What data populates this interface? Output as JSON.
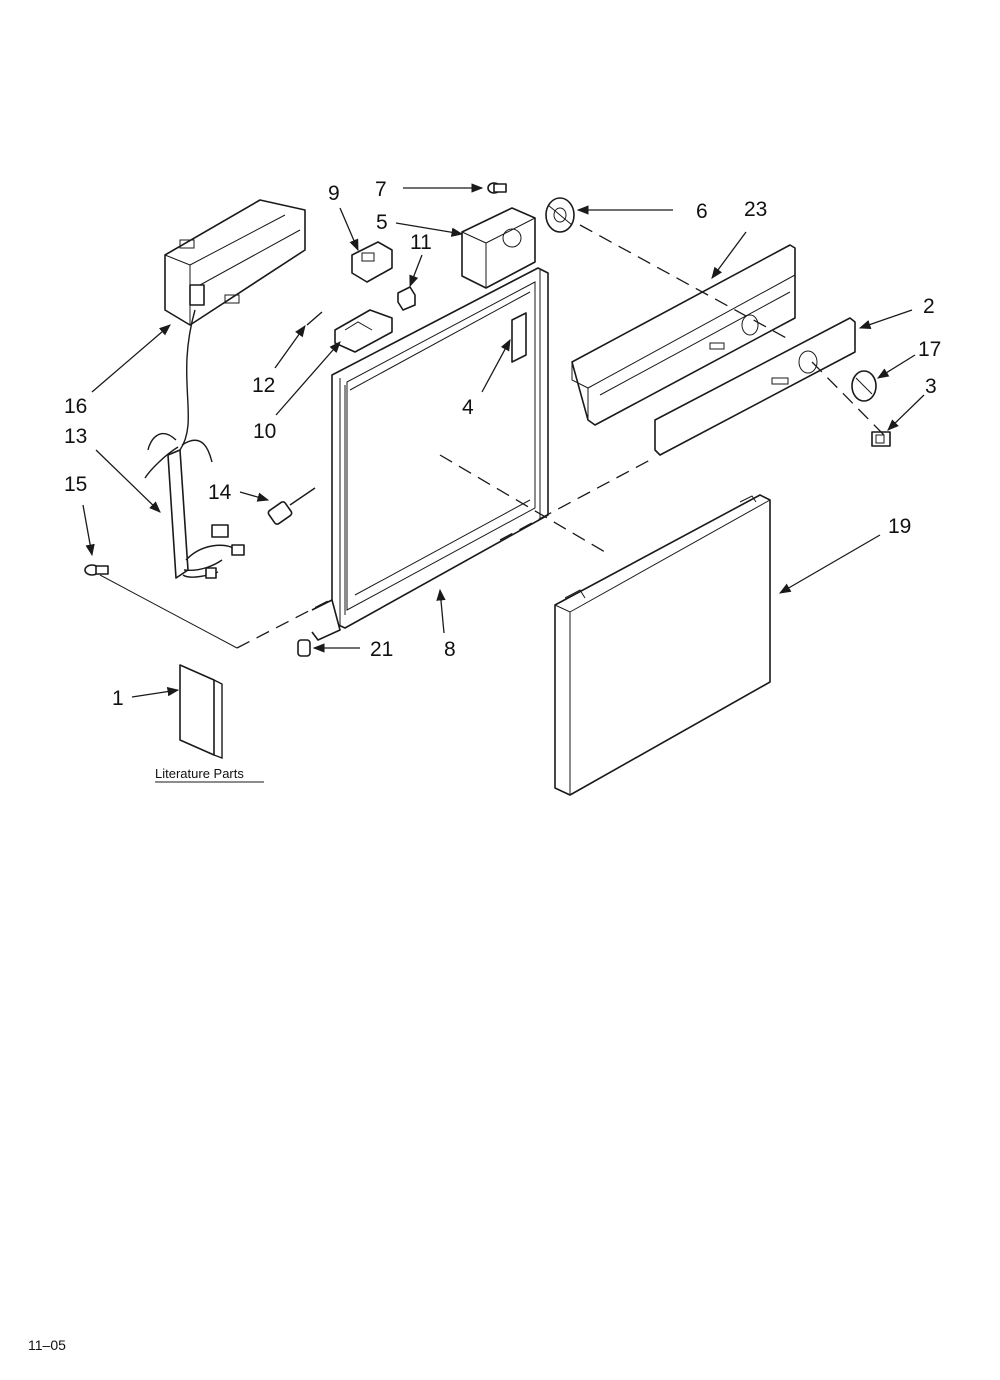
{
  "diagram": {
    "callouts": {
      "c1": "1",
      "c2": "2",
      "c3": "3",
      "c4": "4",
      "c5": "5",
      "c6": "6",
      "c7": "7",
      "c8": "8",
      "c9": "9",
      "c10": "10",
      "c11": "11",
      "c12": "12",
      "c13": "13",
      "c14": "14",
      "c15": "15",
      "c16": "16",
      "c17": "17",
      "c19": "19",
      "c21": "21",
      "c23": "23"
    },
    "literature_caption": "Literature Parts",
    "page_code": "11–05"
  }
}
